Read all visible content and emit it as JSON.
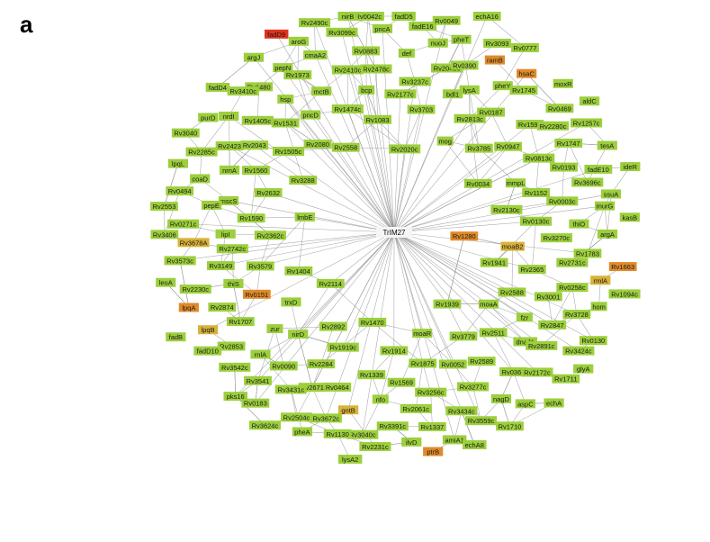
{
  "panel_letter": "a",
  "colors": {
    "green": "#9ccf3c",
    "yellow_orange": "#d8b23a",
    "orange": "#e08a2a",
    "red": "#e0341f",
    "edge": "#8a8a8a",
    "hub": "#f5f5f5"
  },
  "hub": {
    "label": "TrIM27"
  },
  "nodes": [
    {
      "label": "Rv1280",
      "c": "orange"
    },
    {
      "label": "Rv2114",
      "c": "green"
    },
    {
      "label": "Rv2020c",
      "c": "green"
    },
    {
      "label": "Rv1939",
      "c": "green"
    },
    {
      "label": "lmbE",
      "c": "green"
    },
    {
      "label": "Rv0034",
      "c": "green"
    },
    {
      "label": "Rv1470",
      "c": "green"
    },
    {
      "label": "Rv2558",
      "c": "green"
    },
    {
      "label": "Rv1941",
      "c": "green"
    },
    {
      "label": "Rv1404",
      "c": "green"
    },
    {
      "label": "mog",
      "c": "green"
    },
    {
      "label": "moaR",
      "c": "green"
    },
    {
      "label": "Rv3288",
      "c": "green"
    },
    {
      "label": "Rv2130c",
      "c": "green"
    },
    {
      "label": "Rv2892",
      "c": "green"
    },
    {
      "label": "Rv1083",
      "c": "green"
    },
    {
      "label": "moaA",
      "c": "green"
    },
    {
      "label": "Rv2362c",
      "c": "green"
    },
    {
      "label": "Rv3785",
      "c": "green"
    },
    {
      "label": "Rv1914",
      "c": "green"
    },
    {
      "label": "Rv2080",
      "c": "green"
    },
    {
      "label": "moaB2",
      "c": "yellow_orange"
    },
    {
      "label": "trxD",
      "c": "green"
    },
    {
      "label": "Rv3703",
      "c": "green"
    },
    {
      "label": "Rv3779",
      "c": "green"
    },
    {
      "label": "Rv2632",
      "c": "green"
    },
    {
      "label": "mmpL",
      "c": "green"
    },
    {
      "label": "Rv1919c",
      "c": "green"
    },
    {
      "label": "Rv1474c",
      "c": "green"
    },
    {
      "label": "Rv2588",
      "c": "green"
    },
    {
      "label": "Rv3579",
      "c": "green"
    },
    {
      "label": "Rv2813c",
      "c": "green"
    },
    {
      "label": "Rv1875",
      "c": "green"
    },
    {
      "label": "Rv1505c",
      "c": "green"
    },
    {
      "label": "Rv0130c",
      "c": "green"
    },
    {
      "label": "nirD",
      "c": "green"
    },
    {
      "label": "Rv2177c",
      "c": "green"
    },
    {
      "label": "Rv2511",
      "c": "green"
    },
    {
      "label": "Rv1590",
      "c": "green"
    },
    {
      "label": "Rv0947",
      "c": "green"
    },
    {
      "label": "Rv1339",
      "c": "green"
    },
    {
      "label": "pncD",
      "c": "green"
    },
    {
      "label": "Rv2365",
      "c": "green"
    },
    {
      "label": "Rv0151",
      "c": "orange"
    },
    {
      "label": "bdl1",
      "c": "green"
    },
    {
      "label": "Rv0052",
      "c": "green"
    },
    {
      "label": "Rv1560",
      "c": "green"
    },
    {
      "label": "Rv1152",
      "c": "green"
    },
    {
      "label": "Rv2284",
      "c": "green"
    },
    {
      "label": "bcp",
      "c": "green"
    },
    {
      "label": "fzr",
      "c": "green"
    },
    {
      "label": "Rv2742c",
      "c": "green"
    },
    {
      "label": "Rv0187",
      "c": "green"
    },
    {
      "label": "Rv1569",
      "c": "green"
    },
    {
      "label": "Rv1531",
      "c": "green"
    },
    {
      "label": "Rv3270c",
      "c": "green"
    },
    {
      "label": "zur",
      "c": "green"
    },
    {
      "label": "Rv3237c",
      "c": "green"
    },
    {
      "label": "Rv2589",
      "c": "green"
    },
    {
      "label": "mscS",
      "c": "green"
    },
    {
      "label": "Rv0813c",
      "c": "green"
    },
    {
      "label": "Rv0464",
      "c": "green"
    },
    {
      "label": "mctB",
      "c": "green"
    },
    {
      "label": "Rv3001",
      "c": "green"
    },
    {
      "label": "thiS",
      "c": "green"
    },
    {
      "label": "lysA",
      "c": "green"
    },
    {
      "label": "Rv3256c",
      "c": "green"
    },
    {
      "label": "Rv2043",
      "c": "green"
    },
    {
      "label": "Rv0003c",
      "c": "green"
    },
    {
      "label": "Rv0090",
      "c": "green"
    },
    {
      "label": "Rv2478c",
      "c": "green"
    },
    {
      "label": "dnaJ1",
      "c": "green"
    },
    {
      "label": "lipI",
      "c": "green"
    },
    {
      "label": "Rv1597",
      "c": "green"
    },
    {
      "label": "nfo",
      "c": "green"
    },
    {
      "label": "hsp",
      "c": "green"
    },
    {
      "label": "Rv2731c",
      "c": "green"
    },
    {
      "label": "Rv1707",
      "c": "green"
    },
    {
      "label": "Rv2048c",
      "c": "green"
    },
    {
      "label": "Rv3277c",
      "c": "green"
    },
    {
      "label": "nrnA",
      "c": "green"
    },
    {
      "label": "Rv0193",
      "c": "green"
    },
    {
      "label": "Rv2671",
      "c": "green"
    },
    {
      "label": "Rv2410c",
      "c": "green"
    },
    {
      "label": "Rv2847",
      "c": "green"
    },
    {
      "label": "Rv3149",
      "c": "green"
    },
    {
      "label": "pheY",
      "c": "green"
    },
    {
      "label": "Rv2061c",
      "c": "green"
    },
    {
      "label": "Rv1405c",
      "c": "green"
    },
    {
      "label": "thiO",
      "c": "green"
    },
    {
      "label": "rnlA",
      "c": "green"
    },
    {
      "label": "def",
      "c": "green"
    },
    {
      "label": "Rv0364",
      "c": "green"
    },
    {
      "label": "pepE",
      "c": "green"
    },
    {
      "label": "Rv2280c",
      "c": "green"
    },
    {
      "label": "gntB",
      "c": "yellow_orange"
    },
    {
      "label": "Rv1973",
      "c": "green"
    },
    {
      "label": "Rv0258c",
      "c": "green"
    },
    {
      "label": "Rv2874",
      "c": "green"
    },
    {
      "label": "Rv0390",
      "c": "green"
    },
    {
      "label": "Rv3434c",
      "c": "green"
    },
    {
      "label": "Rv2423",
      "c": "green"
    },
    {
      "label": "Rv3696c",
      "c": "green"
    },
    {
      "label": "Rv3431c",
      "c": "green"
    },
    {
      "label": "Rv0883",
      "c": "green"
    },
    {
      "label": "Rv2891c",
      "c": "green"
    },
    {
      "label": "Rv3678A",
      "c": "yellow_orange"
    },
    {
      "label": "Rv1745",
      "c": "green"
    },
    {
      "label": "Rv3391c",
      "c": "green"
    },
    {
      "label": "Rv1480",
      "c": "green"
    },
    {
      "label": "Rv1783",
      "c": "green"
    },
    {
      "label": "Rv2853",
      "c": "green"
    },
    {
      "label": "nuoJ",
      "c": "green"
    },
    {
      "label": "nagD",
      "c": "green"
    },
    {
      "label": "coaD",
      "c": "green"
    },
    {
      "label": "Rv1747",
      "c": "green"
    },
    {
      "label": "Rv3672c",
      "c": "green"
    },
    {
      "label": "cmaA2",
      "c": "green"
    },
    {
      "label": "Rv3728",
      "c": "green"
    },
    {
      "label": "Rv2230c",
      "c": "green"
    },
    {
      "label": "ramB",
      "c": "orange"
    },
    {
      "label": "Rv1337",
      "c": "green"
    },
    {
      "label": "nrdI",
      "c": "green"
    },
    {
      "label": "murG",
      "c": "green"
    },
    {
      "label": "Rv3541",
      "c": "green"
    },
    {
      "label": "pncA",
      "c": "green"
    },
    {
      "label": "Rv2172c",
      "c": "green"
    },
    {
      "label": "Rv0271c",
      "c": "green"
    },
    {
      "label": "Rv0469",
      "c": "green"
    },
    {
      "label": "Rv3040c",
      "c": "green"
    },
    {
      "label": "pepN",
      "c": "green"
    },
    {
      "label": "rmlA",
      "c": "yellow_orange"
    },
    {
      "label": "lpqB",
      "c": "yellow_orange"
    },
    {
      "label": "pheT",
      "c": "green"
    },
    {
      "label": "Rv3559c",
      "c": "green"
    },
    {
      "label": "Rv2285c",
      "c": "green"
    },
    {
      "label": "fadE10",
      "c": "green"
    },
    {
      "label": "Rv2504c",
      "c": "green"
    },
    {
      "label": "Rv3099c",
      "c": "green"
    },
    {
      "label": "Rv3424c",
      "c": "green"
    },
    {
      "label": "Rv3573c",
      "c": "green"
    },
    {
      "label": "hsaC",
      "c": "orange"
    },
    {
      "label": "ilvD",
      "c": "green"
    },
    {
      "label": "Rv3410c",
      "c": "green"
    },
    {
      "label": "argA",
      "c": "green"
    },
    {
      "label": "Rv3542c",
      "c": "green"
    },
    {
      "label": "fadE16",
      "c": "green"
    },
    {
      "label": "aspC",
      "c": "green"
    },
    {
      "label": "Rv0494",
      "c": "green"
    },
    {
      "label": "Rv1257c",
      "c": "green"
    },
    {
      "label": "Rv1130",
      "c": "green"
    },
    {
      "label": "aroG",
      "c": "green"
    },
    {
      "label": "hom",
      "c": "green"
    },
    {
      "label": "lpqA",
      "c": "orange"
    },
    {
      "label": "Rv3093",
      "c": "green"
    },
    {
      "label": "amiA1",
      "c": "green"
    },
    {
      "label": "purD",
      "c": "green"
    },
    {
      "label": "ssuA",
      "c": "green"
    },
    {
      "label": "Rv0183",
      "c": "green"
    },
    {
      "label": "Rv0042c",
      "c": "green"
    },
    {
      "label": "Rv1711",
      "c": "green"
    },
    {
      "label": "Rv3406",
      "c": "green"
    },
    {
      "label": "moxR",
      "c": "green"
    },
    {
      "label": "Rv2231c",
      "c": "green"
    },
    {
      "label": "argJ",
      "c": "green"
    },
    {
      "label": "Rv1663",
      "c": "orange"
    },
    {
      "label": "fadD10",
      "c": "green"
    },
    {
      "label": "Rv0049",
      "c": "green"
    },
    {
      "label": "Rv1710",
      "c": "green"
    },
    {
      "label": "lpqL",
      "c": "green"
    },
    {
      "label": "tesA",
      "c": "green"
    },
    {
      "label": "pheA",
      "c": "green"
    },
    {
      "label": "Rv2490c",
      "c": "green"
    },
    {
      "label": "Rv0130",
      "c": "green"
    },
    {
      "label": "leuA",
      "c": "green"
    },
    {
      "label": "Rv0777",
      "c": "green"
    },
    {
      "label": "ptrB",
      "c": "orange"
    },
    {
      "label": "fadD4",
      "c": "green"
    },
    {
      "label": "kasB",
      "c": "green"
    },
    {
      "label": "pks16",
      "c": "green"
    },
    {
      "label": "fadD5",
      "c": "green"
    },
    {
      "label": "echA",
      "c": "green"
    },
    {
      "label": "Rv2553",
      "c": "green"
    },
    {
      "label": "aldC",
      "c": "green"
    },
    {
      "label": "lysA2",
      "c": "green"
    },
    {
      "label": "fadD9",
      "c": "red"
    },
    {
      "label": "Rv1094c",
      "c": "green"
    },
    {
      "label": "fadB",
      "c": "green"
    },
    {
      "label": "echA16",
      "c": "green"
    },
    {
      "label": "echA8",
      "c": "green"
    },
    {
      "label": "Rv3040",
      "c": "green"
    },
    {
      "label": "ideR",
      "c": "green"
    },
    {
      "label": "Rv3624c",
      "c": "green"
    },
    {
      "label": "nirB",
      "c": "green"
    },
    {
      "label": "glyA",
      "c": "green"
    }
  ]
}
